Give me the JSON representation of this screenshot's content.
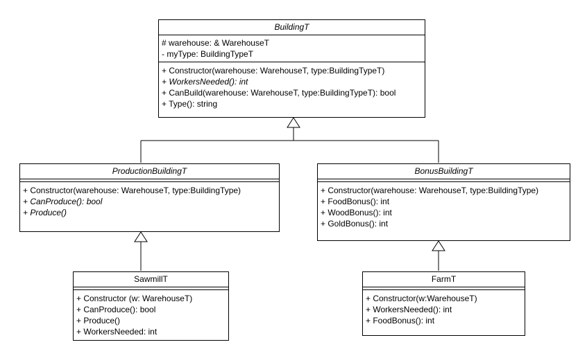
{
  "diagram": {
    "kind": "uml-class-diagram",
    "colors": {
      "stroke": "#000000",
      "fill": "#ffffff",
      "text": "#000000",
      "background": "#ffffff"
    },
    "classes": {
      "buildingT": {
        "name": "BuildingT",
        "abstract": true,
        "attributes": [
          {
            "text": "# warehouse: & WarehouseT",
            "italic": false
          },
          {
            "text": "- myType: BuildingTypeT",
            "italic": false
          }
        ],
        "methods": [
          {
            "text": "+ Constructor(warehouse: WarehouseT, type:BuildingTypeT)",
            "italic": false
          },
          {
            "text": "+ WorkersNeeded(): int",
            "italic": true
          },
          {
            "text": "+ CanBuild(warehouse: WarehouseT, type:BuildingTypeT): bool",
            "italic": false
          },
          {
            "text": "+ Type(): string",
            "italic": false
          }
        ]
      },
      "productionBuildingT": {
        "name": "ProductionBuildingT",
        "abstract": true,
        "attributes": [],
        "methods": [
          {
            "text": "+ Constructor(warehouse: WarehouseT, type:BuildingType)",
            "italic": false
          },
          {
            "text": "+ CanProduce(): bool",
            "italic": true
          },
          {
            "text": "+ Produce()",
            "italic": true
          }
        ]
      },
      "bonusBuildingT": {
        "name": "BonusBuildingT",
        "abstract": true,
        "attributes": [],
        "methods": [
          {
            "text": "+ Constructor(warehouse: WarehouseT, type:BuildingType)",
            "italic": false
          },
          {
            "text": "+ FoodBonus(): int",
            "italic": false
          },
          {
            "text": "+ WoodBonus(): int",
            "italic": false
          },
          {
            "text": "+ GoldBonus(): int",
            "italic": false
          }
        ]
      },
      "sawmillT": {
        "name": "SawmillT",
        "abstract": false,
        "attributes": [],
        "methods": [
          {
            "text": "+ Constructor (w: WarehouseT)",
            "italic": false
          },
          {
            "text": "+ CanProduce(): bool",
            "italic": false
          },
          {
            "text": "+ Produce()",
            "italic": false
          },
          {
            "text": "+ WorkersNeeded: int",
            "italic": false
          }
        ]
      },
      "farmT": {
        "name": "FarmT",
        "abstract": false,
        "attributes": [],
        "methods": [
          {
            "text": "+ Constructor(w:WarehouseT)",
            "italic": false
          },
          {
            "text": "+ WorkersNeeded(): int",
            "italic": false
          },
          {
            "text": "+ FoodBonus(): int",
            "italic": false
          }
        ]
      }
    },
    "relations": [
      {
        "type": "generalization",
        "from": "ProductionBuildingT",
        "to": "BuildingT"
      },
      {
        "type": "generalization",
        "from": "BonusBuildingT",
        "to": "BuildingT"
      },
      {
        "type": "generalization",
        "from": "SawmillT",
        "to": "ProductionBuildingT"
      },
      {
        "type": "generalization",
        "from": "FarmT",
        "to": "BonusBuildingT"
      }
    ]
  }
}
